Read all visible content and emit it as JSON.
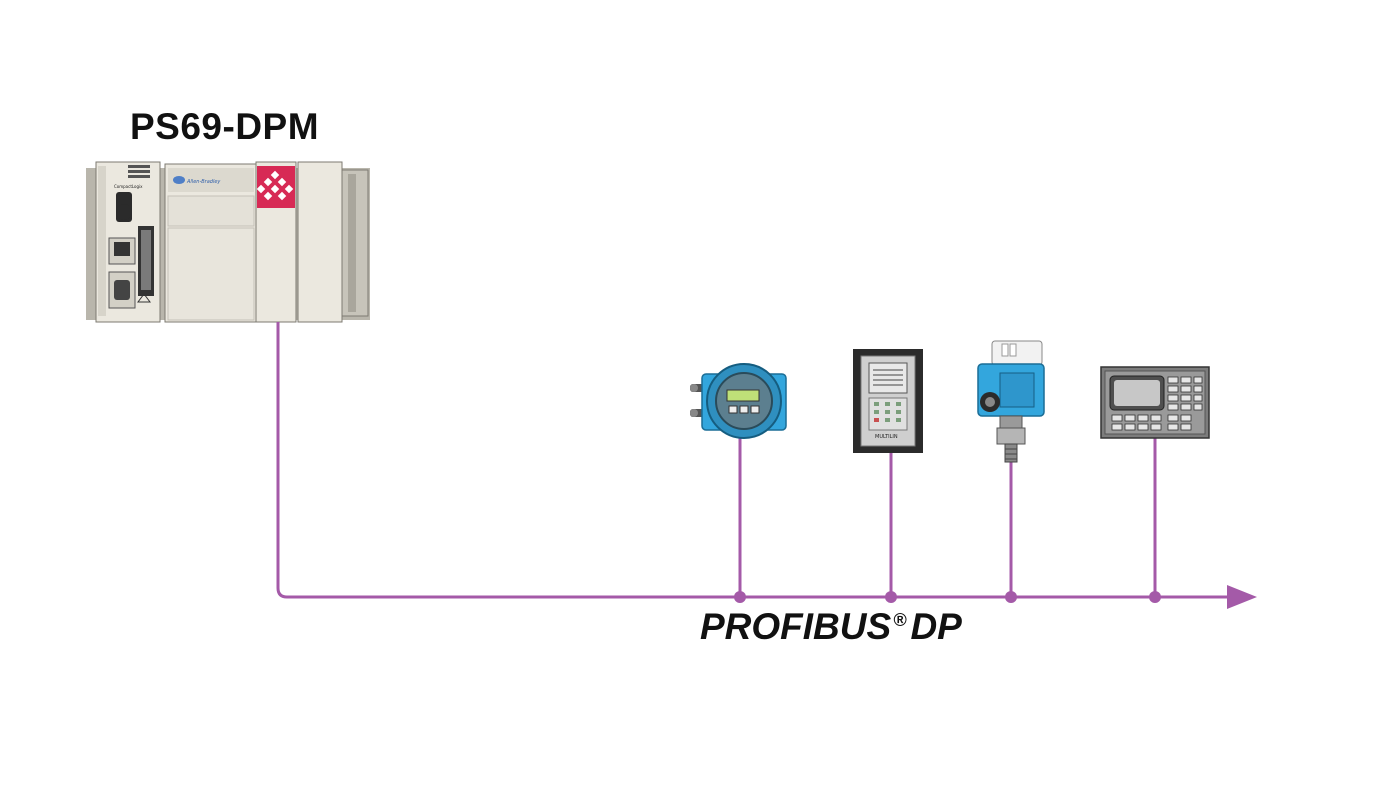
{
  "master": {
    "title": "PS69-DPM",
    "module_text": {
      "logix": "CompactLogix",
      "brand": "Allen-Bradley",
      "device_label": "MULTILIN"
    }
  },
  "bus": {
    "name": "PROFIBUS",
    "registered_mark": "®",
    "suffix": "DP",
    "color": "#a45aa8"
  },
  "devices": [
    {
      "icon": "flow-transmitter-icon"
    },
    {
      "icon": "protection-relay-icon"
    },
    {
      "icon": "level-sensor-icon"
    },
    {
      "icon": "operator-panel-icon"
    }
  ]
}
